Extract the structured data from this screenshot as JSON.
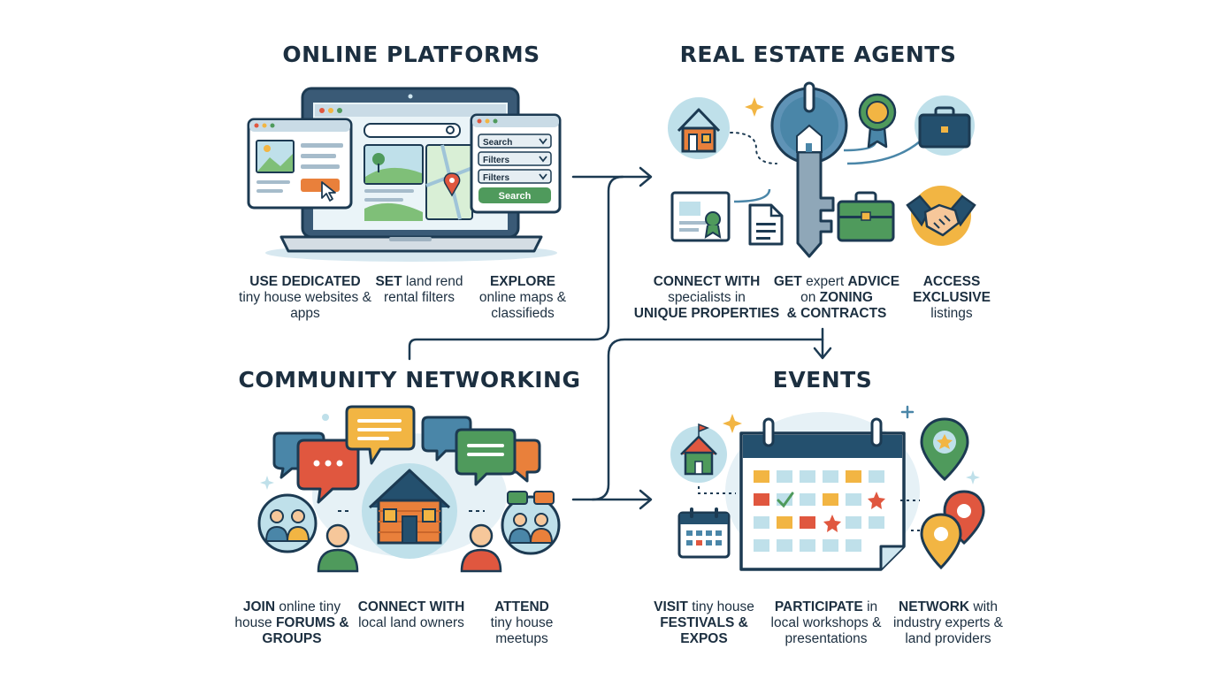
{
  "sections": {
    "online": {
      "title": "ONLINE PLATFORMS",
      "search_label": "Search",
      "filter_1": "Filters",
      "filter_2": "Filters",
      "search_button": "Search",
      "captions": [
        {
          "bold": "USE DEDICATED",
          "rest": "tiny house websites & apps"
        },
        {
          "bold": "SET",
          "rest": "land rend rental filters"
        },
        {
          "bold": "EXPLORE",
          "rest": "online maps & classifieds"
        }
      ]
    },
    "agents": {
      "title": "REAL ESTATE AGENTS",
      "captions": [
        {
          "bold": "CONNECT WITH",
          "mid": "specialists in",
          "bold2": "UNIQUE PROPERTIES"
        },
        {
          "bold": "GET",
          "mid": "expert",
          "bold2": "ADVICE",
          "mid2": "on",
          "bold3": "ZONING",
          "bold4": "& CONTRACTS"
        },
        {
          "bold": "ACCESS EXCLUSIVE",
          "rest": "listings"
        }
      ]
    },
    "community": {
      "title": "COMMUNITY NETWORKING",
      "captions": [
        {
          "bold": "JOIN",
          "mid": "online tiny house",
          "bold2": "FORUMS & GROUPS"
        },
        {
          "bold": "CONNECT WITH",
          "rest": "local land owners"
        },
        {
          "bold": "ATTEND",
          "rest": "tiny house meetups"
        }
      ]
    },
    "events": {
      "title": "EVENTS",
      "captions": [
        {
          "bold": "VISIT",
          "mid": "tiny house",
          "bold2": "FESTIVALS & EXPOS"
        },
        {
          "bold": "PARTICIPATE",
          "mid": "in local workshops & presentations"
        },
        {
          "bold": "NETWORK",
          "mid": "with industry experts & land providers"
        }
      ]
    }
  },
  "colors": {
    "navy": "#1c3a52",
    "teal": "#4a86a8",
    "green": "#4f9a5c",
    "orange": "#e9803b",
    "yellow": "#f2b543",
    "red": "#e0573f",
    "light_blue": "#cfe6ef"
  }
}
